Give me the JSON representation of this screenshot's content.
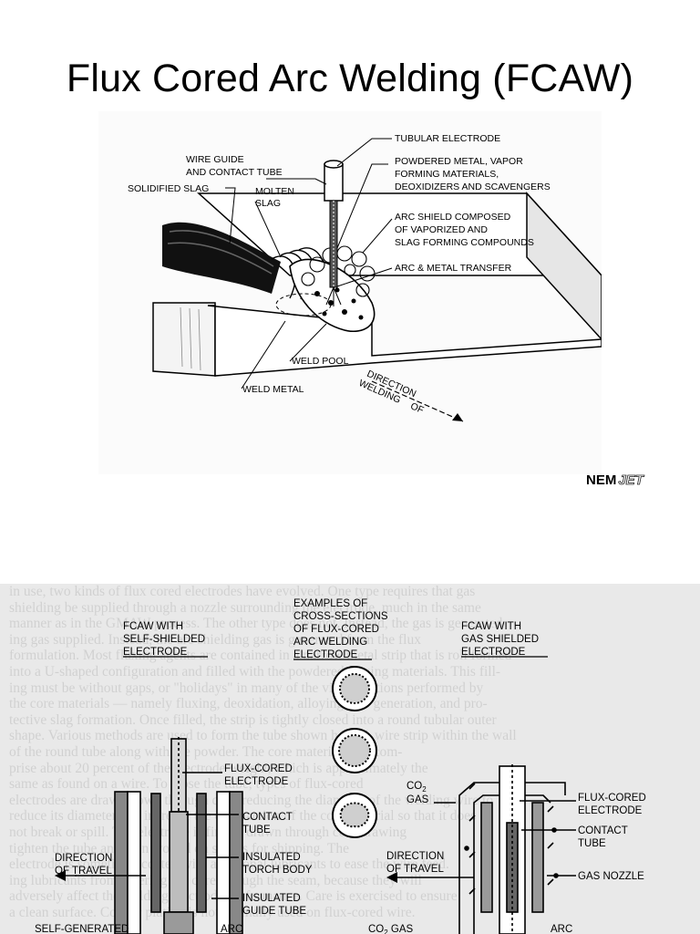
{
  "slide": {
    "title": "Flux Cored Arc Welding (FCAW)",
    "logo": {
      "primary": "NEM",
      "secondary": "JET"
    }
  },
  "top_figure": {
    "labels": {
      "tubular_electrode": "TUBULAR ELECTRODE",
      "powdered_metal": [
        "POWDERED METAL, VAPOR",
        "FORMING MATERIALS,",
        "DEOXIDIZERS AND SCAVENGERS"
      ],
      "wire_guide": [
        "WIRE GUIDE",
        "AND CONTACT TUBE"
      ],
      "solidified_slag": "SOLIDIFIED SLAG",
      "molten_slag": [
        "MOLTEN",
        "SLAG"
      ],
      "arc_shield": [
        "ARC SHIELD COMPOSED",
        "OF VAPORIZED AND",
        "SLAG FORMING COMPOUNDS"
      ],
      "arc_metal_transfer": "ARC & METAL TRANSFER",
      "weld_pool": "WELD POOL",
      "weld_metal": "WELD METAL",
      "direction": [
        "DIRECTION",
        "OF",
        "WELDING"
      ]
    }
  },
  "bottom_figure": {
    "labels": {
      "fcaw_self": [
        "FCAW WITH",
        "SELF-SHIELDED",
        "ELECTRODE"
      ],
      "examples": [
        "EXAMPLES OF",
        "CROSS-SECTIONS",
        "OF FLUX-CORED",
        "ARC WELDING",
        "ELECTRODE"
      ],
      "fcaw_gas": [
        "FCAW WITH",
        "GAS SHIELDED",
        "ELECTRODE"
      ],
      "flux_cored_left": [
        "FLUX-CORED",
        "ELECTRODE"
      ],
      "contact_tube_left": [
        "CONTACT",
        "TUBE"
      ],
      "direction_left": [
        "DIRECTION",
        "OF TRAVEL"
      ],
      "insulated_torch": [
        "INSULATED",
        "TORCH BODY"
      ],
      "insulated_guide": [
        "INSULATED",
        "GUIDE TUBE"
      ],
      "self_generated": "SELF-GENERATED",
      "arc_left": "ARC",
      "co2_gas_mid": [
        "CO",
        "2",
        "GAS"
      ],
      "flux_cored_right": [
        "FLUX-CORED",
        "ELECTRODE"
      ],
      "contact_tube_right": [
        "CONTACT",
        "TUBE"
      ],
      "direction_mid": [
        "DIRECTION",
        "OF TRAVEL"
      ],
      "gas_nozzle": "GAS NOZZLE",
      "co2_gas_bottom": [
        "CO",
        "2",
        " GAS"
      ],
      "arc_right": "ARC"
    },
    "bleed_through": [
      "in use, two kinds of flux cored electrodes have evolved. One type requires that gas",
      "shielding be supplied through a nozzle surrounding the electrode, much in the same",
      "manner as in the GMAW process. The other type does not. Instead, the gas is generated",
      "ing gas supplied. Instead, the arc shielding gas is generated from the flux",
      "formulation. Most fluxing agents are contained in a narrow metal strip that is roll formed",
      "into a U-shaped configuration and filled with the powdered fluxing materials. This fill-",
      "ing must be without gaps, or \"holidays\" in many of the vital functions performed by",
      "the core materials — namely fluxing, deoxidation, alloying, gas generation, and pro-",
      "tective slag formation. Once filled, the strip is tightly closed into a round tubular outer",
      "shape. Various methods are used to form the tube shown here. A wire strip within the wall",
      "of the round tube along with the powder. The core material may com-",
      "prise about 20 percent of the electrode weight, which is approximately the",
      "same as found on a wire. To close the tube, types of flux-cored",
      "electrodes are drawn down through dies, reducing the diameter of the welding wire to",
      "reduce its diameter and increase the compaction of the core material so that it does",
      "not break or spill. The electrode is finally drawn through cold drawing",
      "tighten the tube and then wound on spools for shipping. The",
      "electrode is sometimes coated with additional lubricants to ease the wire feed.",
      "ing lubricants from entering the core through the seam, because they will",
      "adversely affect the welding electrode performance. Care is exercised to ensure",
      "a clean surface. Copper plating is not normally used on flux-cored wire."
    ]
  }
}
